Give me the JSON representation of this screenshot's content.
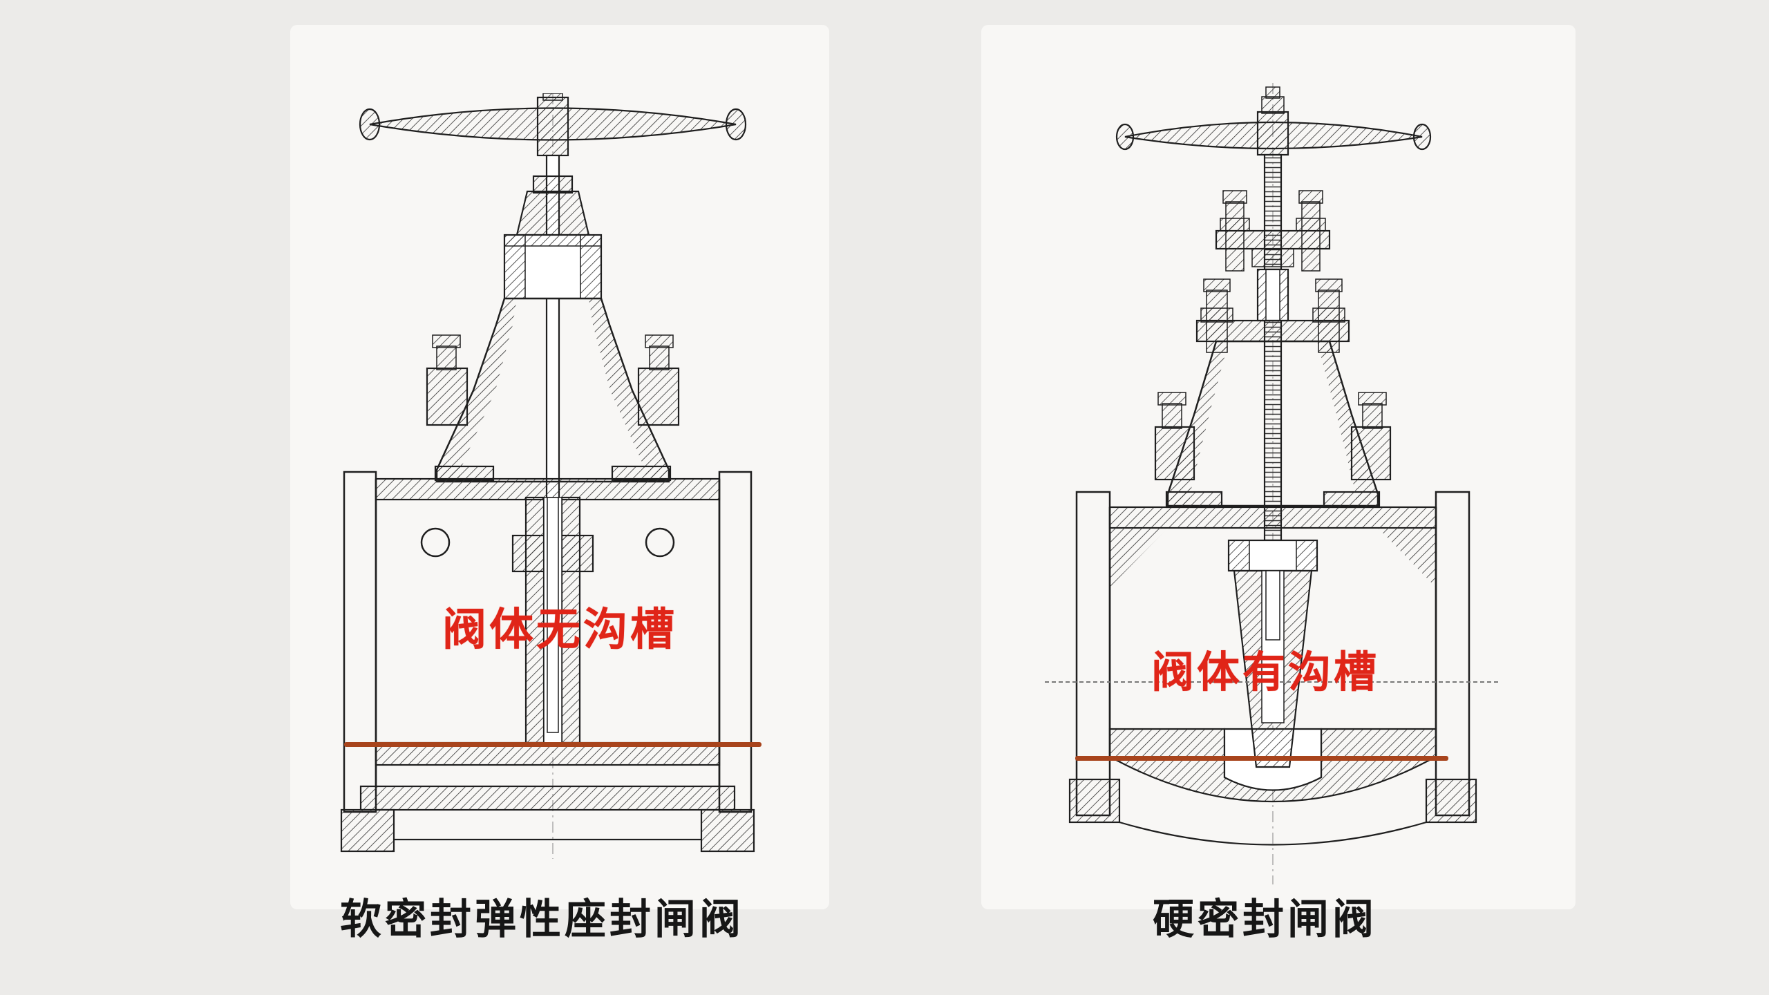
{
  "colors": {
    "ink": "#1f1f1f",
    "annotation_red": "#e02518",
    "seat_line": "#a8441c",
    "centerline": "#8a8a8a",
    "page_bg": "#ecebe9",
    "panel_bg": "#f8f7f5",
    "caption_ink": "#161616"
  },
  "figures": {
    "left": {
      "annotation": "阀体无沟槽",
      "caption": "软密封弹性座封闸阀",
      "drawing_name": "soft-seal-resilient-seat-gate-valve-cross-section"
    },
    "right": {
      "annotation": "阀体有沟槽",
      "caption": "硬密封闸阀",
      "drawing_name": "hard-seal-gate-valve-cross-section"
    }
  }
}
